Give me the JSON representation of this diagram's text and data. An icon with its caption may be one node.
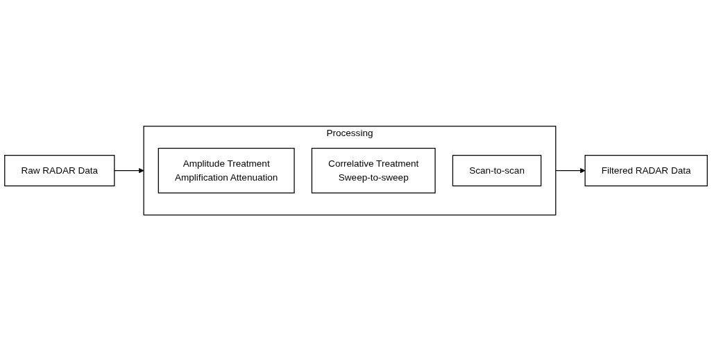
{
  "diagram": {
    "nodes": [
      {
        "text": [
          "Raw RADAR Data"
        ]
      },
      {
        "text": [
          "Processing"
        ]
      },
      {
        "text": [
          "Amplitude Treatment",
          "Amplification Attenuation"
        ],
        "in": 1
      },
      {
        "text": [
          "Correlative Treatment",
          "Sweep-to-sweep"
        ],
        "in": 1
      },
      {
        "text": [
          "Scan-to-scan"
        ],
        "in": 1
      },
      {
        "text": [
          "Filtered RADAR Data"
        ]
      }
    ],
    "edges": [
      {
        "from": 0,
        "to": 1,
        "arrow": "to"
      },
      {
        "from": 1,
        "to": 5,
        "arrow": "to"
      }
    ]
  }
}
